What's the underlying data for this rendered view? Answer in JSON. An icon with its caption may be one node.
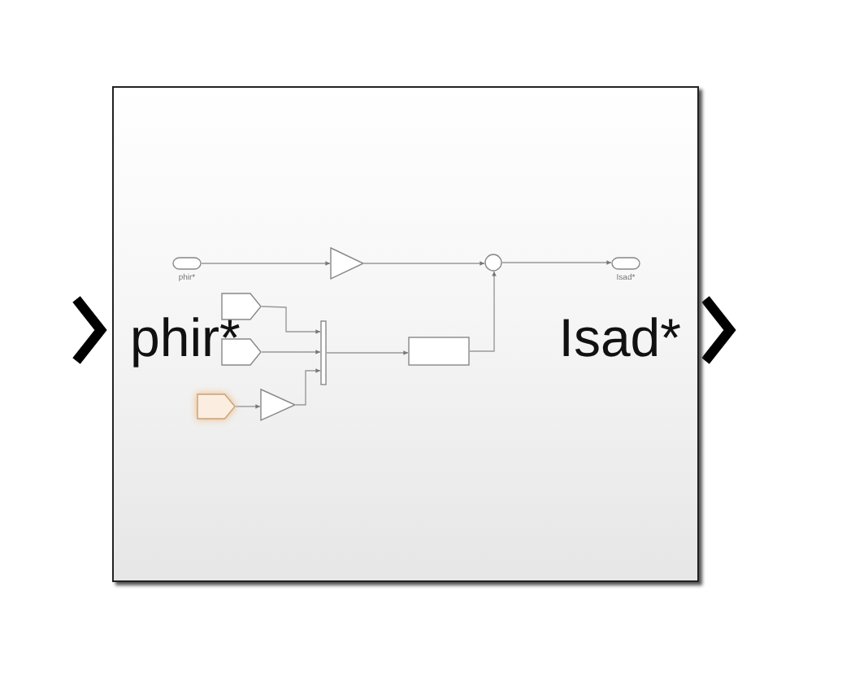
{
  "diagram": {
    "nodes": [
      {
        "text": [
          "phir*",
          "Isad*"
        ]
      },
      {
        "text": [
          "phir*"
        ],
        "in": 0
      },
      {
        "text": [],
        "shape": "triangle",
        "in": 0
      },
      {
        "text": [],
        "shape": "circle",
        "in": 0
      },
      {
        "text": [
          "Isad*"
        ],
        "in": 0
      },
      {
        "text": [],
        "shape": "pentagon",
        "in": 0
      },
      {
        "text": [],
        "shape": "pentagon",
        "in": 0
      },
      {
        "text": [],
        "shape": "pentagon",
        "in": 0
      },
      {
        "text": [],
        "shape": "triangle",
        "in": 0
      },
      {
        "text": [],
        "shape": "bar",
        "in": 0
      },
      {
        "text": [],
        "shape": "box",
        "in": 0
      }
    ],
    "edges": [
      {
        "from": 1,
        "to": 2,
        "arrow": "to"
      },
      {
        "from": 2,
        "to": 3,
        "arrow": "to"
      },
      {
        "from": 3,
        "to": 4,
        "arrow": "to"
      },
      {
        "from": 5,
        "to": 9,
        "arrow": "to"
      },
      {
        "from": 6,
        "to": 9,
        "arrow": "to"
      },
      {
        "from": 7,
        "to": 8,
        "arrow": "to"
      },
      {
        "from": 8,
        "to": 9,
        "arrow": "to"
      },
      {
        "from": 9,
        "to": 10,
        "arrow": "to"
      },
      {
        "from": 10,
        "to": 3,
        "arrow": "to"
      }
    ]
  }
}
